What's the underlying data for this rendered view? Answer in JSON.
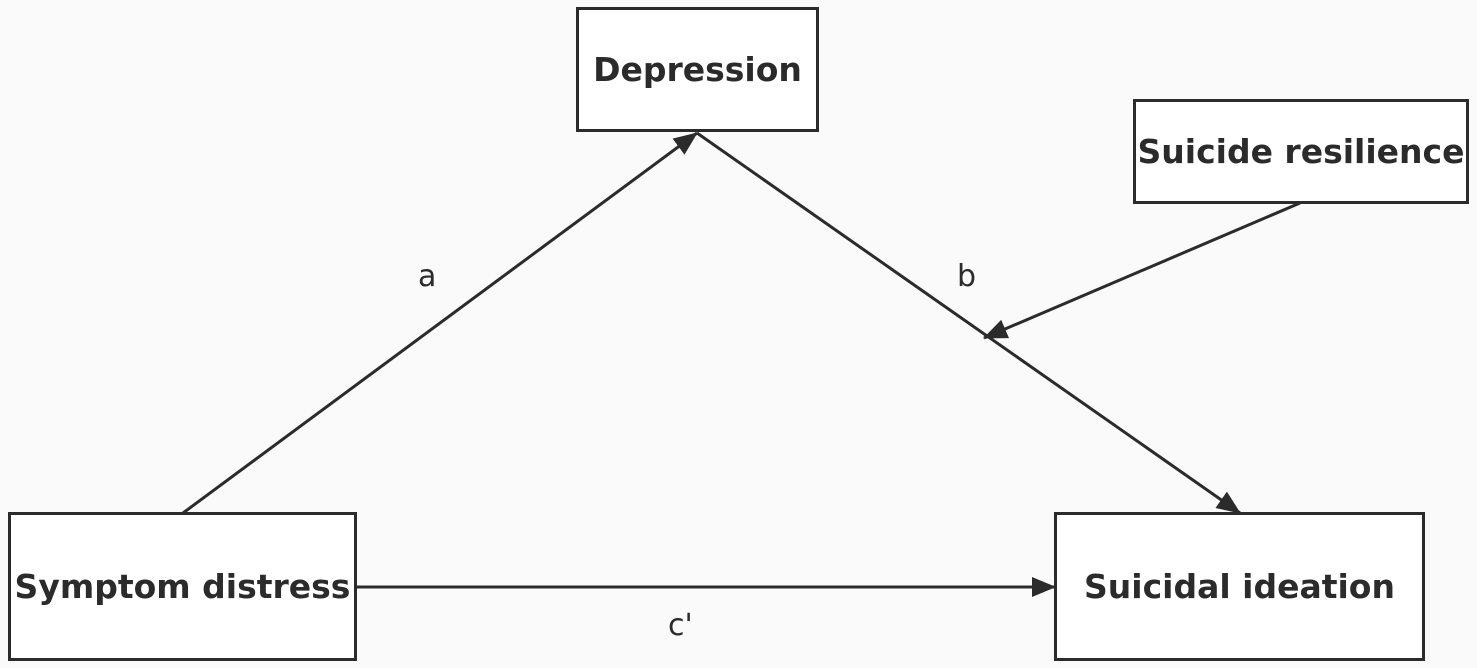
{
  "nodes": {
    "depression": "Depression",
    "suicide_resilience": "Suicide resilience",
    "symptom_distress": "Symptom distress",
    "suicidal_ideation": "Suicidal ideation"
  },
  "paths": {
    "a": "a",
    "b": "b",
    "c_prime": "c'"
  },
  "colors": {
    "line": "#2b2b2b",
    "background": "#fafafa",
    "box_fill": "#ffffff"
  }
}
